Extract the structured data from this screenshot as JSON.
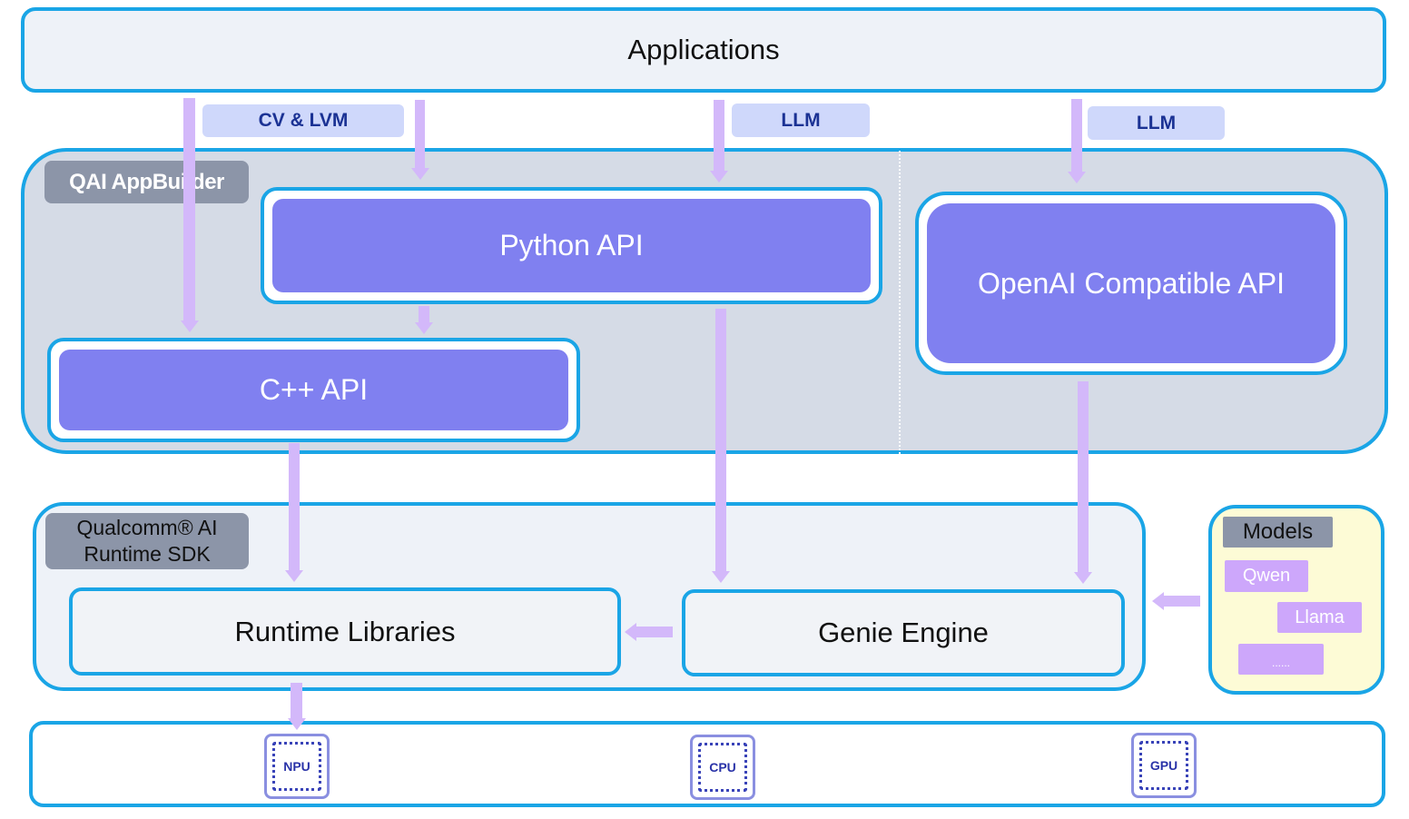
{
  "layers": {
    "applications": "Applications",
    "appbuilder_label": "QAI AppBuilder",
    "runtime_sdk_label_line1": "Qualcomm® AI",
    "runtime_sdk_label_line2": "Runtime SDK"
  },
  "interfaces": {
    "cv_lvm": "CV & LVM",
    "llm_1": "LLM",
    "llm_2": "LLM"
  },
  "apis": {
    "python": "Python API",
    "cpp": "C++ API",
    "openai": "OpenAI Compatible API"
  },
  "runtime": {
    "libraries": "Runtime Libraries",
    "genie": "Genie Engine"
  },
  "models": {
    "label": "Models",
    "items": [
      "Qwen",
      "Llama",
      "......"
    ]
  },
  "hardware": {
    "chips": [
      "NPU",
      "CPU",
      "GPU"
    ]
  },
  "colors": {
    "frame_border": "#1aa5e6",
    "api_fill": "#8080f0",
    "arrow": "#d3b8fa",
    "tag_blue_bg": "#cfd8fb",
    "tag_blue_text": "#1b3294",
    "model_chip": "#cda7fb",
    "models_panel_bg": "#fdfbd6",
    "label_gray": "#8c95a8"
  }
}
